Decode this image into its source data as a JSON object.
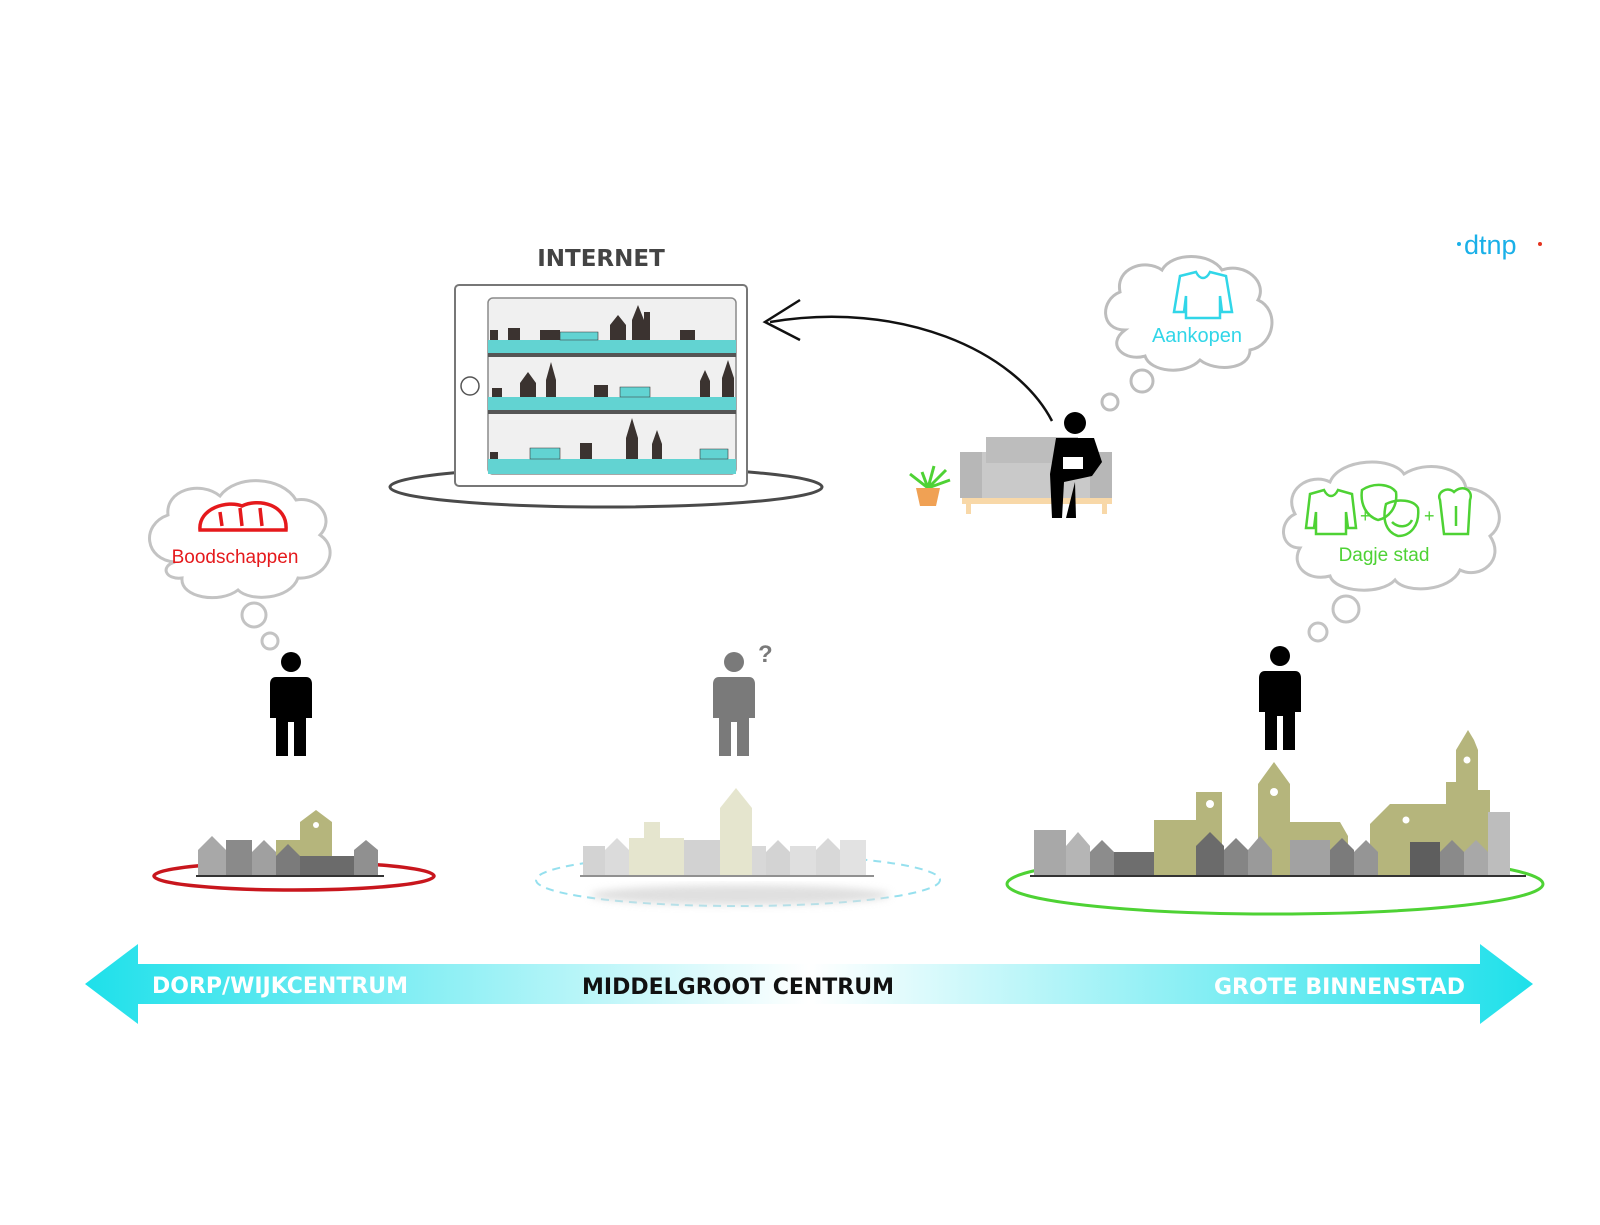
{
  "logo": {
    "text": "dtnp",
    "colors": {
      "d": "#1ab0e8",
      "t": "#1ab0e8",
      "n": "#1ab0e8",
      "p": "#e5331f"
    }
  },
  "internet": {
    "title": "INTERNET",
    "rows": 3,
    "skyline_colors": {
      "buildings": "#3b3330",
      "bar": "#62d3d2"
    }
  },
  "thoughts": {
    "boodschappen": {
      "label": "Boodschappen",
      "icon": "bread-icon",
      "color": "#e5191c"
    },
    "aankopen": {
      "label": "Aankopen",
      "icon": "sweater-icon",
      "color": "#31d6e8"
    },
    "dagje_stad": {
      "label": "Dagje stad",
      "icons": [
        "sweater-icon",
        "theatre-masks-icon",
        "beer-glass-icon"
      ],
      "separator": "+",
      "color": "#4ed234"
    }
  },
  "people": {
    "village": {
      "icon": "person-icon",
      "color": "#000000"
    },
    "middle": {
      "icon": "person-icon",
      "mark": "?",
      "color": "#7a7a7a"
    },
    "city": {
      "icon": "person-icon",
      "color": "#000000"
    },
    "couch": {
      "icon": "person-with-tablet-icon",
      "color": "#000000"
    }
  },
  "rings": {
    "village": {
      "color": "#c8161d",
      "style": "solid"
    },
    "middle": {
      "color": "#5fd0e6",
      "style": "dashed"
    },
    "city": {
      "color": "#4ed234",
      "style": "solid"
    },
    "internet": {
      "color": "#4a4a4a",
      "style": "solid"
    }
  },
  "axis": {
    "left": "DORP/WIJKCENTRUM",
    "center": "MIDDELGROOT CENTRUM",
    "right": "GROTE BINNENSTAD",
    "color": "#27e6ee"
  }
}
